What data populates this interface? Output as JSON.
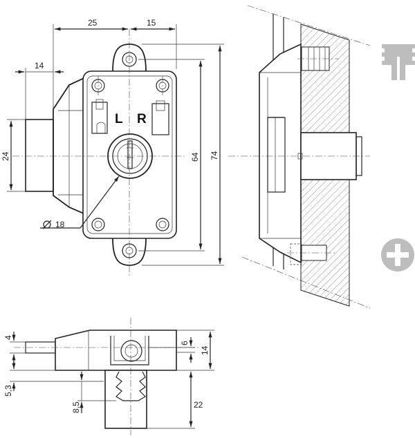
{
  "front_view": {
    "dims": {
      "d25": "25",
      "d15": "15",
      "d14": "14",
      "d24": "24",
      "d64": "64",
      "d74": "74",
      "d18": "18"
    },
    "labels": {
      "left": "L",
      "right": "R"
    }
  },
  "bottom_view": {
    "dims": {
      "d4": "4",
      "d6": "6",
      "d14": "14",
      "d5_3": "5,3",
      "d8_5": "8,5",
      "d22": "22"
    }
  },
  "icons": [
    "dowel-icon",
    "cross-screw-icon"
  ]
}
